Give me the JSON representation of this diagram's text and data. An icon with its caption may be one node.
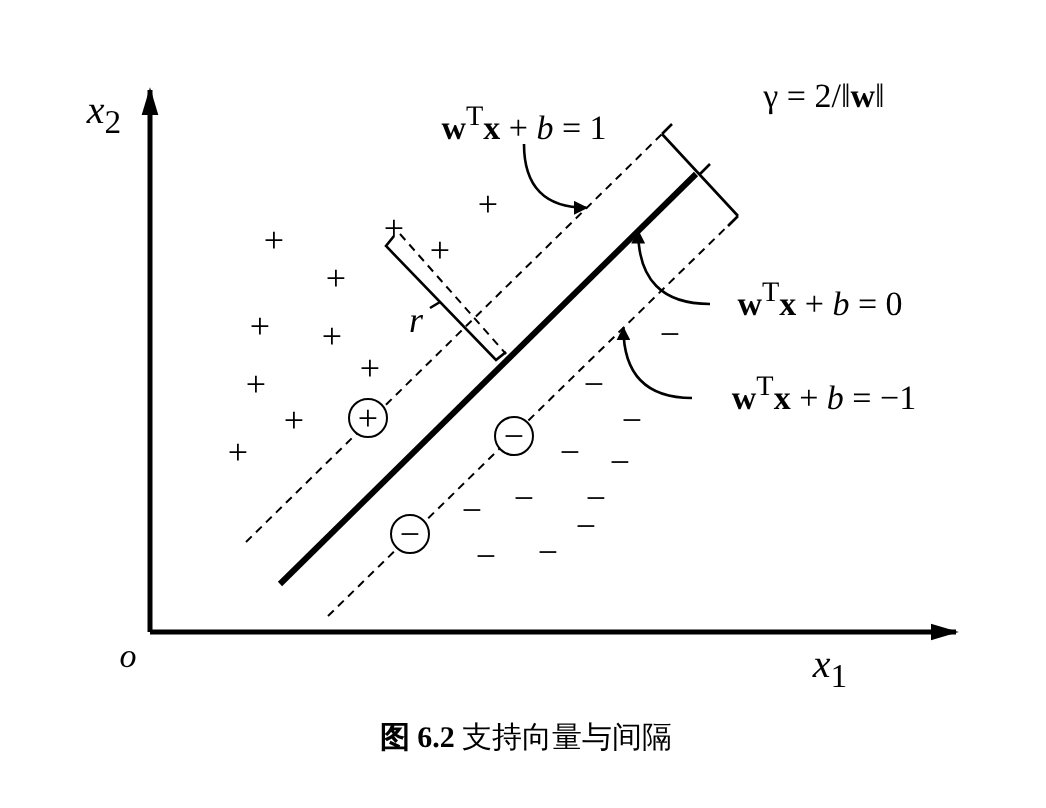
{
  "diagram": {
    "caption": "**图 6.2** 支持向量与间隔",
    "nodes": [
      {
        "text": [
          "**w**$^{T}$**x** + *b* = 1"
        ]
      },
      {
        "text": [
          "**w**$^{T}$**x** + *b* = 0"
        ]
      },
      {
        "text": [
          "**w**$^{T}$**x** + *b* = −1"
        ]
      },
      {
        "text": [],
        "shape": "line"
      },
      {
        "text": [],
        "shape": "line"
      },
      {
        "text": [],
        "shape": "line"
      }
    ],
    "edges": [
      {
        "from": 0,
        "to": 3,
        "arrow": "to"
      },
      {
        "from": 1,
        "to": 4,
        "arrow": "to"
      },
      {
        "from": 2,
        "to": 5,
        "arrow": "to"
      }
    ],
    "labels": [
      "*x*$_{2}$",
      "γ = 2/‖**w**‖",
      "+",
      "+",
      "+",
      "+",
      "+",
      "+",
      "+",
      "+",
      "+",
      "+",
      "+",
      "*r*",
      "+",
      "−",
      "−",
      "−",
      "−",
      "−",
      "−",
      "−",
      "−",
      "−",
      "−",
      "−",
      "−",
      "−",
      "*o*",
      "*x*$_{1}$"
    ]
  }
}
